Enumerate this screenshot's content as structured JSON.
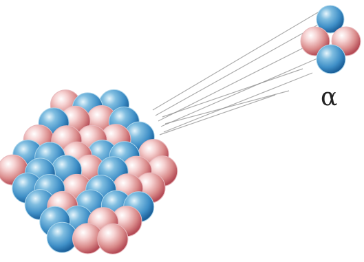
{
  "diagram": {
    "alpha_symbol": "α",
    "colors": {
      "proton_light": "#f6d2d2",
      "proton_mid": "#d98a8a",
      "proton_dark": "#b44a55",
      "neutron_light": "#bfe3f2",
      "neutron_mid": "#3f8fc7",
      "neutron_dark": "#1b5f99",
      "track": "#8a8a8a",
      "background": "#ffffff"
    },
    "parts": {
      "nucleus": "heavy-nucleus",
      "alpha_particle": "alpha-particle",
      "tracks": "emission-tracks"
    }
  }
}
